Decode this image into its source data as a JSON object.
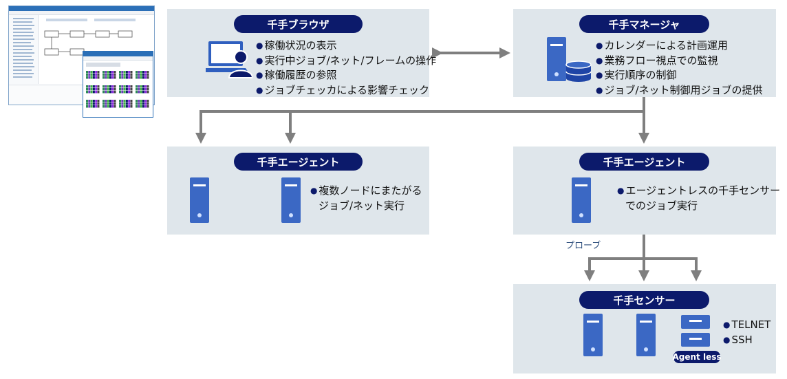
{
  "browser": {
    "title": "千手ブラウザ",
    "bullets": [
      "稼働状況の表示",
      "実行中ジョブ/ネット/フレームの操作",
      "稼働履歴の参照",
      "ジョブチェッカによる影響チェック"
    ]
  },
  "manager": {
    "title": "千手マネージャ",
    "bullets": [
      "カレンダーによる計画運用",
      "業務フロー視点での監視",
      "実行順序の制御",
      "ジョブ/ネット制御用ジョブの提供"
    ]
  },
  "agent_left": {
    "title": "千手エージェント",
    "text_line1": "複数ノードにまたがる",
    "text_line2": "ジョブ/ネット実行"
  },
  "agent_right": {
    "title": "千手エージェント",
    "text_line1": "エージェントレスの千手センサー",
    "text_line2": "でのジョブ実行"
  },
  "probe_label": "プローブ",
  "sensor": {
    "title": "千手センサー",
    "protocols": [
      "TELNET",
      "SSH"
    ],
    "agentless_label": "Agent less"
  },
  "colors": {
    "accent": "#0c1a6b",
    "panel": "#dfe6eb",
    "arrow": "#7f7f7f",
    "server": "#3b68c4",
    "db": "#1f45a6"
  },
  "icons": [
    "monitor-user-icon",
    "server-icon",
    "database-icon",
    "agentless-server-icon"
  ]
}
